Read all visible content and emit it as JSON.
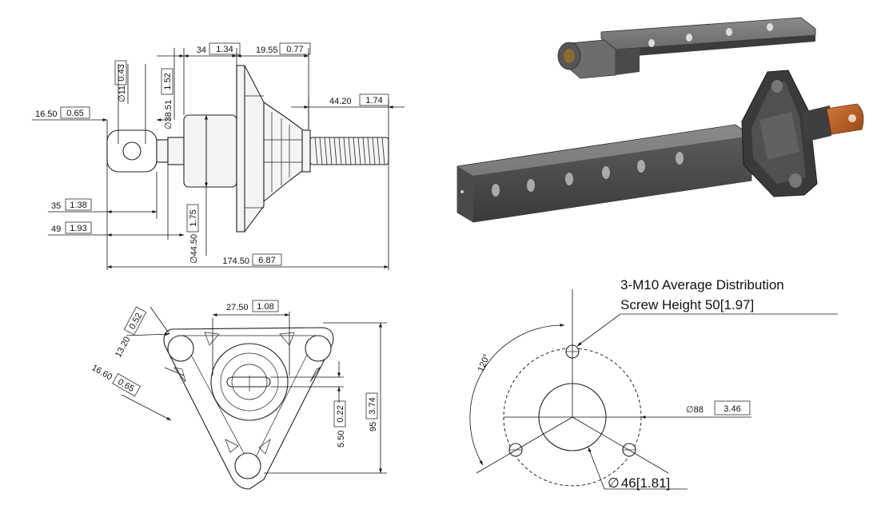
{
  "side_view": {
    "dims": {
      "d34": {
        "a": "34",
        "b": "1.34"
      },
      "d1955": {
        "a": "19.55",
        "b": "0.77"
      },
      "d4420": {
        "a": "44.20",
        "b": "1.74"
      },
      "d1650": {
        "a": "16.50",
        "b": "0.65"
      },
      "d11": {
        "a": "11",
        "b": "0.43"
      },
      "d3851": {
        "a": "38.51",
        "b": "1.52"
      },
      "d35": {
        "a": "35",
        "b": "1.38"
      },
      "d49": {
        "a": "49",
        "b": "1.93"
      },
      "d4450": {
        "a": "44.50",
        "b": "1.75"
      },
      "d17450": {
        "a": "174.50",
        "b": "6.87"
      }
    },
    "diameter_symbol": "∅"
  },
  "front_view": {
    "dims": {
      "d2750": {
        "a": "27.50",
        "b": "1.08"
      },
      "d1320": {
        "a": "13.20",
        "b": "0.52"
      },
      "d1660": {
        "a": "16.60",
        "b": "0.65"
      },
      "d550": {
        "a": "5.50",
        "b": "0.22"
      },
      "d95": {
        "a": "95",
        "b": "3.74"
      }
    }
  },
  "bolt_pattern": {
    "note_line1": "3-M10 Average Distribution",
    "note_line2": "Screw Height 50[1.97]",
    "angle": "120°",
    "d88": {
      "a": "88",
      "b": "3.46"
    },
    "d46": "46[1.81]",
    "diameter_symbol": "∅"
  },
  "render": {
    "part_color": "#5f5f5f",
    "part_dark": "#3e3e3e",
    "part_light": "#8a8a8a",
    "tab_color": "#b5561f",
    "icons": [
      "extension-arm-render",
      "joint-assembly-render"
    ]
  }
}
